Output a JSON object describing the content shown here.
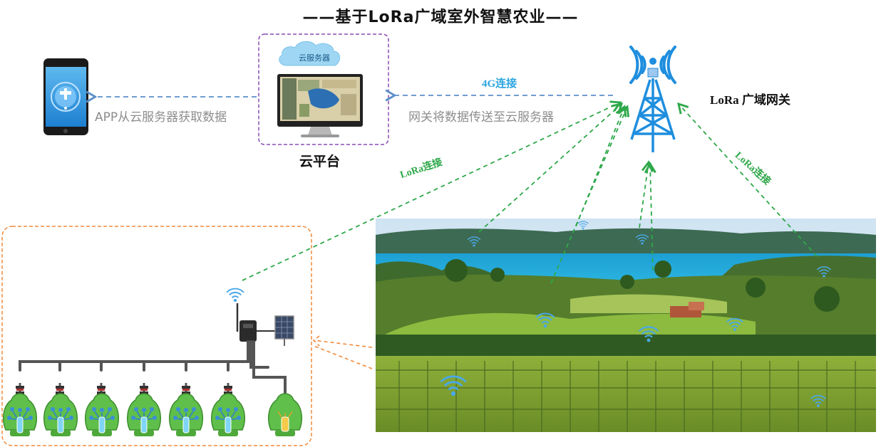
{
  "title": "——基于LoRa广域室外智慧农业——",
  "cloud_platform": {
    "badge": "云服务器",
    "caption": "云平台"
  },
  "gateway": {
    "caption": "LoRa 广域网关"
  },
  "links": {
    "app_fetch": "APP从云服务器获取数据",
    "gateway_upload": "网关将数据传送至云服务器",
    "conn_4g": "4G连接",
    "lora_left": "LoRa连接",
    "lora_right": "LoRa连接"
  },
  "colors": {
    "blue_arrow": "#5b8fc9",
    "green_link": "#2ea84a",
    "wifi_blue": "#4aa8e8",
    "cloud_border": "#8a4bb3",
    "field_border": "#f08a3c",
    "tower_blue": "#1f8ede"
  },
  "icons": [
    "phone-icon",
    "cloud-icon",
    "monitor-icon",
    "tower-icon",
    "wifi-icon",
    "solar-panel-icon",
    "tree-icon",
    "valve-icon"
  ]
}
